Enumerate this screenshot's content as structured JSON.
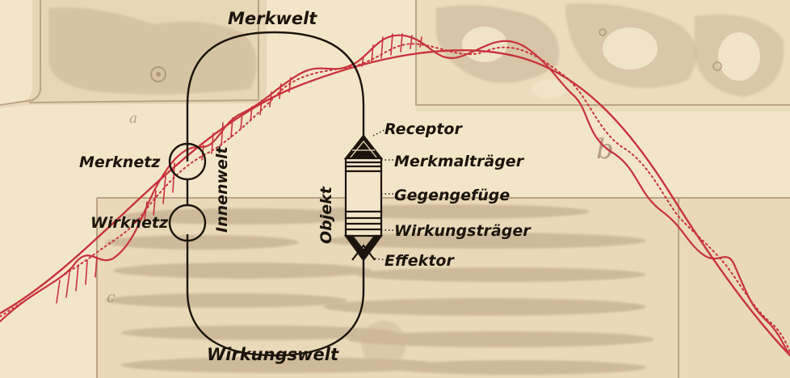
{
  "labels": {
    "merkwelt": "Merkwelt",
    "wirkungswelt": "Wirkungswelt",
    "merknetz": "Merknetz",
    "wirknetz": "Wirknetz",
    "innenwelt": "Innenwelt",
    "objekt": "Objekt",
    "receptor": "Receptor",
    "merkmaltraeger": "Merkmalträger",
    "gegengefuege": "Gegengefüge",
    "wirkungstraeger": "Wirkungsträger",
    "effektor": "Effektor"
  },
  "background_letters": {
    "a": "a",
    "b": "b",
    "c": "c"
  },
  "colors": {
    "paper": "#f3e6c8",
    "ink": "#1c140c",
    "red_curve": "#c8323c",
    "tissue": "#b9a184"
  }
}
